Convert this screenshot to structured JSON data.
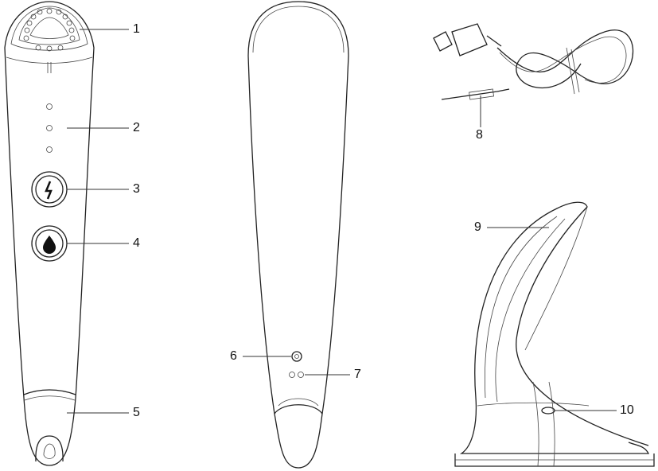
{
  "callouts": [
    "1",
    "2",
    "3",
    "4",
    "5",
    "6",
    "7",
    "8",
    "9",
    "10"
  ]
}
